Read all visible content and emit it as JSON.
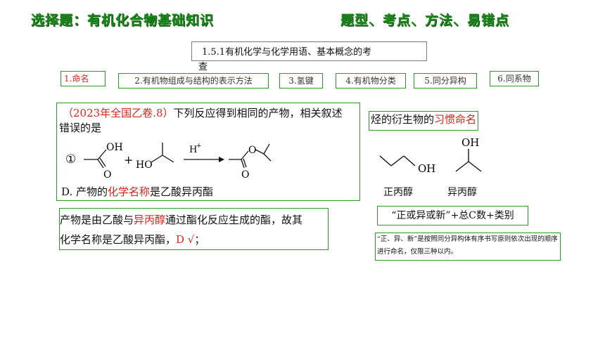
{
  "header": {
    "left": "选择题：有机化合物基础知识",
    "right": "题型、考点、方法、易错点"
  },
  "topic": {
    "line1": "1.5.1有机化学与化学用语、基本概念的考",
    "line2": "查"
  },
  "tabs": [
    {
      "label": "1.命名"
    },
    {
      "label": "2.有机物组成与结构的表示方法"
    },
    {
      "label": "3.氢键"
    },
    {
      "label": "4.有机物分类"
    },
    {
      "label": "5.同分异构"
    },
    {
      "label": "6.同系物"
    }
  ],
  "question": {
    "source": "（2023年全国乙卷.8）",
    "stem_a": "下列反应得到相同的产物，相关叙述",
    "stem_b": "错误的是",
    "circled_num": "①",
    "label_oh": "OH",
    "label_o": "O",
    "label_plus": "+",
    "label_ho": "HO",
    "label_h": "H",
    "label_hplus_sup": "+",
    "label_o_ring": "O",
    "label_o_carbonyl": "O",
    "option_prefix": "D. 产物的",
    "option_highlight": "化学名称",
    "option_suffix": "是乙酸异丙酯"
  },
  "answer": {
    "line1_a": "产物是由乙酸与",
    "line1_highlight": "异丙醇",
    "line1_b": "通过酯化反应生成的酯，故其",
    "line2_a": "化学名称是乙酸异丙酯，",
    "line2_highlight": "D √",
    "line2_b": "；"
  },
  "side": {
    "title_a": "烃的衍生物的",
    "title_highlight": "习惯命名",
    "oh_1": "OH",
    "oh_2": "OH",
    "name_1": "正丙醇",
    "name_2": "异丙醇",
    "rule": "“正或异或新”+总C数+类别",
    "note": "“正、异、新”是按照同分异构体有序书写原则依次出现的顺序进行命名，仅限三种以内。"
  },
  "colors": {
    "header_green": "#1e8a1e",
    "box_green": "#2a9a2a",
    "highlight_red": "#e0241b"
  }
}
